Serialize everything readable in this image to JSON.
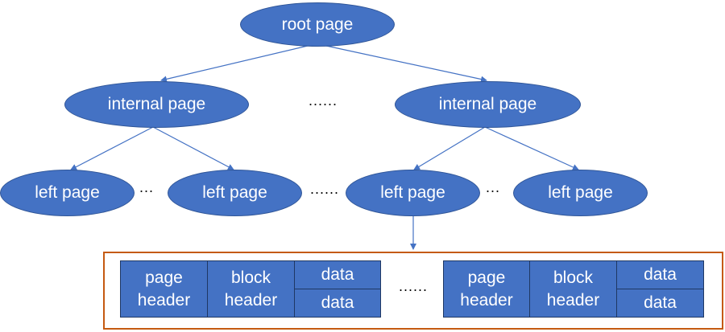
{
  "nodes": {
    "root": "root page",
    "internal_left": "internal page",
    "internal_right": "internal page",
    "leaf_1": "left page",
    "leaf_2": "left page",
    "leaf_3": "left page",
    "leaf_4": "left page"
  },
  "ellipses": {
    "internal_gap": "......",
    "leaf_gap_1": "...",
    "leaf_gap_2": "......",
    "leaf_gap_3": "...",
    "block_gap": "......"
  },
  "block_left": {
    "page_header": [
      "page",
      "header"
    ],
    "block_header": [
      "block",
      "header"
    ],
    "data_top": "data",
    "data_bottom": "data"
  },
  "block_right": {
    "page_header": [
      "page",
      "header"
    ],
    "block_header": [
      "block",
      "header"
    ],
    "data_top": "data",
    "data_bottom": "data"
  },
  "colors": {
    "node_fill": "#4472c4",
    "node_border": "#2f5597",
    "edge": "#4472c4",
    "container_border": "#c55a11",
    "text": "#ffffff"
  }
}
